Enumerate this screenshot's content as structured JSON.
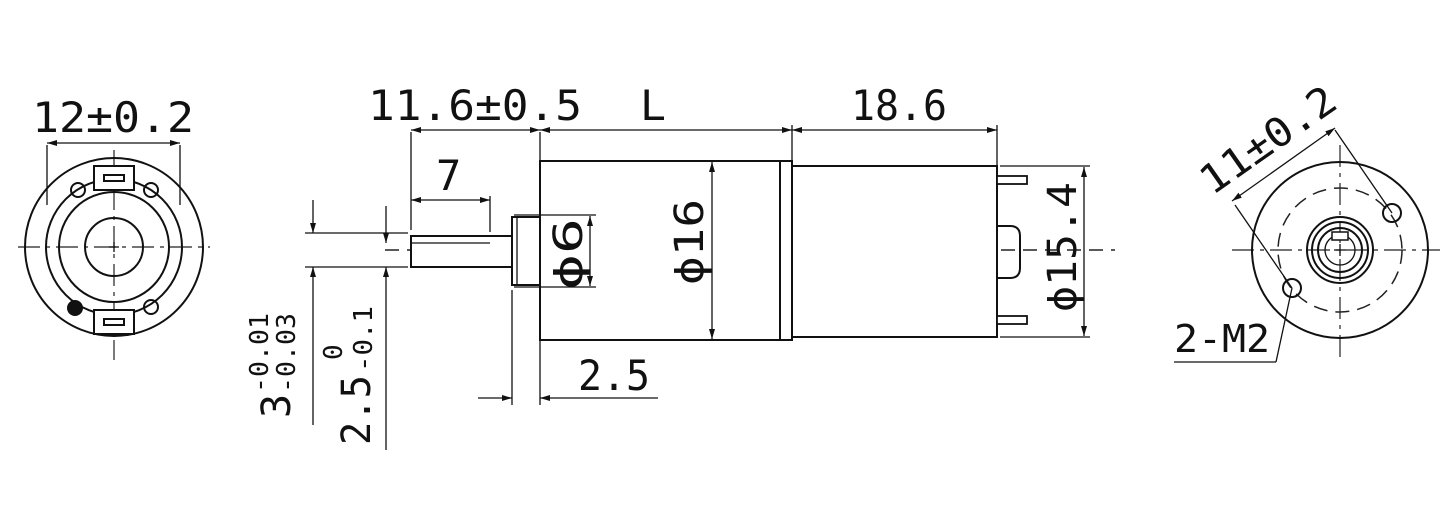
{
  "dimensions": {
    "front_width": "12±0.2",
    "shaft_length": "11.6±0.5",
    "gearbox_length": "L",
    "motor_length": "18.6",
    "flat_length": "7",
    "boss_diameter": "ϕ6",
    "gearbox_diameter": "ϕ16",
    "motor_diameter": "ϕ15.4",
    "boss_height": "2.5",
    "shaft_diameter_base": "3",
    "shaft_diameter_upper_tol": "-0.01",
    "shaft_diameter_lower_tol": "-0.03",
    "flat_base": "2.5",
    "flat_upper_tol": "0",
    "flat_lower_tol": "-0.1",
    "hole_spacing": "11±0.2",
    "mount_holes": "2-M2"
  }
}
